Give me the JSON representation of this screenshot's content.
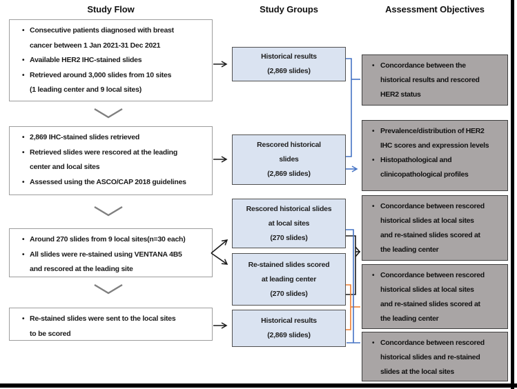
{
  "colors": {
    "accent_blue": "#4472c4",
    "accent_orange": "#ed7d31",
    "line_black": "#1a1a1a",
    "chevron_gray": "#7f7f7f",
    "group_fill": "#dae3f1",
    "objective_fill": "#a9a5a5"
  },
  "flow": {
    "title": "Study Flow",
    "boxes": [
      {
        "bullets": [
          {
            "lines": [
              "Consecutive patients diagnosed with breast",
              "cancer between 1 Jan 2021-31 Dec 2021"
            ]
          },
          {
            "lines": [
              "Available HER2 IHC-stained slides"
            ]
          },
          {
            "lines": [
              "Retrieved around 3,000 slides from 10 sites",
              "(1 leading center and 9 local sites)"
            ]
          }
        ]
      },
      {
        "bullets": [
          {
            "lines": [
              "2,869 IHC-stained slides retrieved"
            ]
          },
          {
            "lines": [
              "Retrieved slides were rescored at the leading",
              "center and local sites"
            ]
          },
          {
            "lines": [
              "Assessed using the ASCO/CAP 2018 guidelines"
            ]
          }
        ]
      },
      {
        "bullets": [
          {
            "lines": [
              "Around 270 slides from 9 local sites(n=30 each)"
            ]
          },
          {
            "lines": [
              "All slides were re-stained using VENTANA 4B5",
              "and rescored at the leading site"
            ]
          }
        ]
      },
      {
        "bullets": [
          {
            "lines": [
              "Re-stained slides were sent to the local sites",
              "to be scored"
            ]
          }
        ]
      }
    ]
  },
  "groups": {
    "title": "Study Groups",
    "boxes": [
      {
        "lines": [
          "Historical results",
          "(2,869 slides)"
        ]
      },
      {
        "lines": [
          "Rescored historical",
          "slides",
          "(2,869 slides)"
        ]
      },
      {
        "lines": [
          "Rescored historical slides",
          "at local sites",
          "(270 slides)"
        ]
      },
      {
        "lines": [
          "Re-stained slides scored",
          "at leading center",
          "(270 slides)"
        ]
      },
      {
        "lines": [
          "Historical results",
          "(2,869 slides)"
        ]
      }
    ]
  },
  "objectives": {
    "title": "Assessment Objectives",
    "boxes": [
      {
        "bullets": [
          {
            "lines": [
              "Concordance between the",
              "historical results and rescored",
              "HER2 status"
            ]
          }
        ]
      },
      {
        "bullets": [
          {
            "lines": [
              "Prevalence/distribution of HER2",
              "IHC scores and expression levels"
            ]
          },
          {
            "lines": [
              "Histopathological and",
              "clinicopathological profiles"
            ]
          }
        ]
      },
      {
        "bullets": [
          {
            "lines": [
              "Concordance between rescored",
              "historical slides at local sites",
              "and re-stained slides scored at",
              "the leading center"
            ]
          }
        ]
      },
      {
        "bullets": [
          {
            "lines": [
              "Concordance between rescored",
              "historical slides at local sites",
              "and re-stained slides scored at",
              "the leading center"
            ]
          }
        ]
      },
      {
        "bullets": [
          {
            "lines": [
              "Concordance between rescored",
              "historical slides and re-stained",
              "slides at the local sites"
            ]
          }
        ]
      }
    ]
  }
}
